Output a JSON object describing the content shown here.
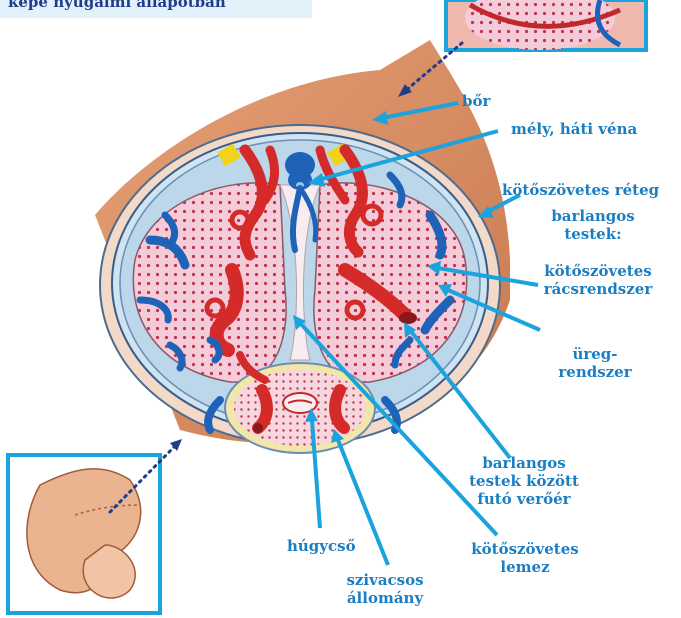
{
  "caption": "képe nyugalmi állapotban",
  "labels": {
    "bor": "bőr",
    "mely_hati_vena": "mély, háti véna",
    "kotoszovetes_reteg": "kötőszövetes réteg",
    "barlangos_testek_1": "barlangos",
    "barlangos_testek_2": "testek:",
    "racsrendszer_1": "kötőszövetes",
    "racsrendszer_2": "rácsrendszer",
    "ureg_1": "üreg-",
    "ureg_2": "rendszer",
    "verőér_1": "barlangos",
    "verőér_2": "testek között",
    "verőér_3": "futó verőér",
    "hugycso": "húgycső",
    "lemez_1": "kötőszövetes",
    "lemez_2": "lemez",
    "szivacsos_1": "szivacsos",
    "szivacsos_2": "állomány"
  },
  "colors": {
    "label_blue": "#1b7ec2",
    "caption_bg": "#e3f1fb",
    "skin": "#d98a5e",
    "tissue_pink": "#f3c9d6",
    "artery_red": "#d42a2a",
    "vein_blue": "#1e63b8"
  }
}
